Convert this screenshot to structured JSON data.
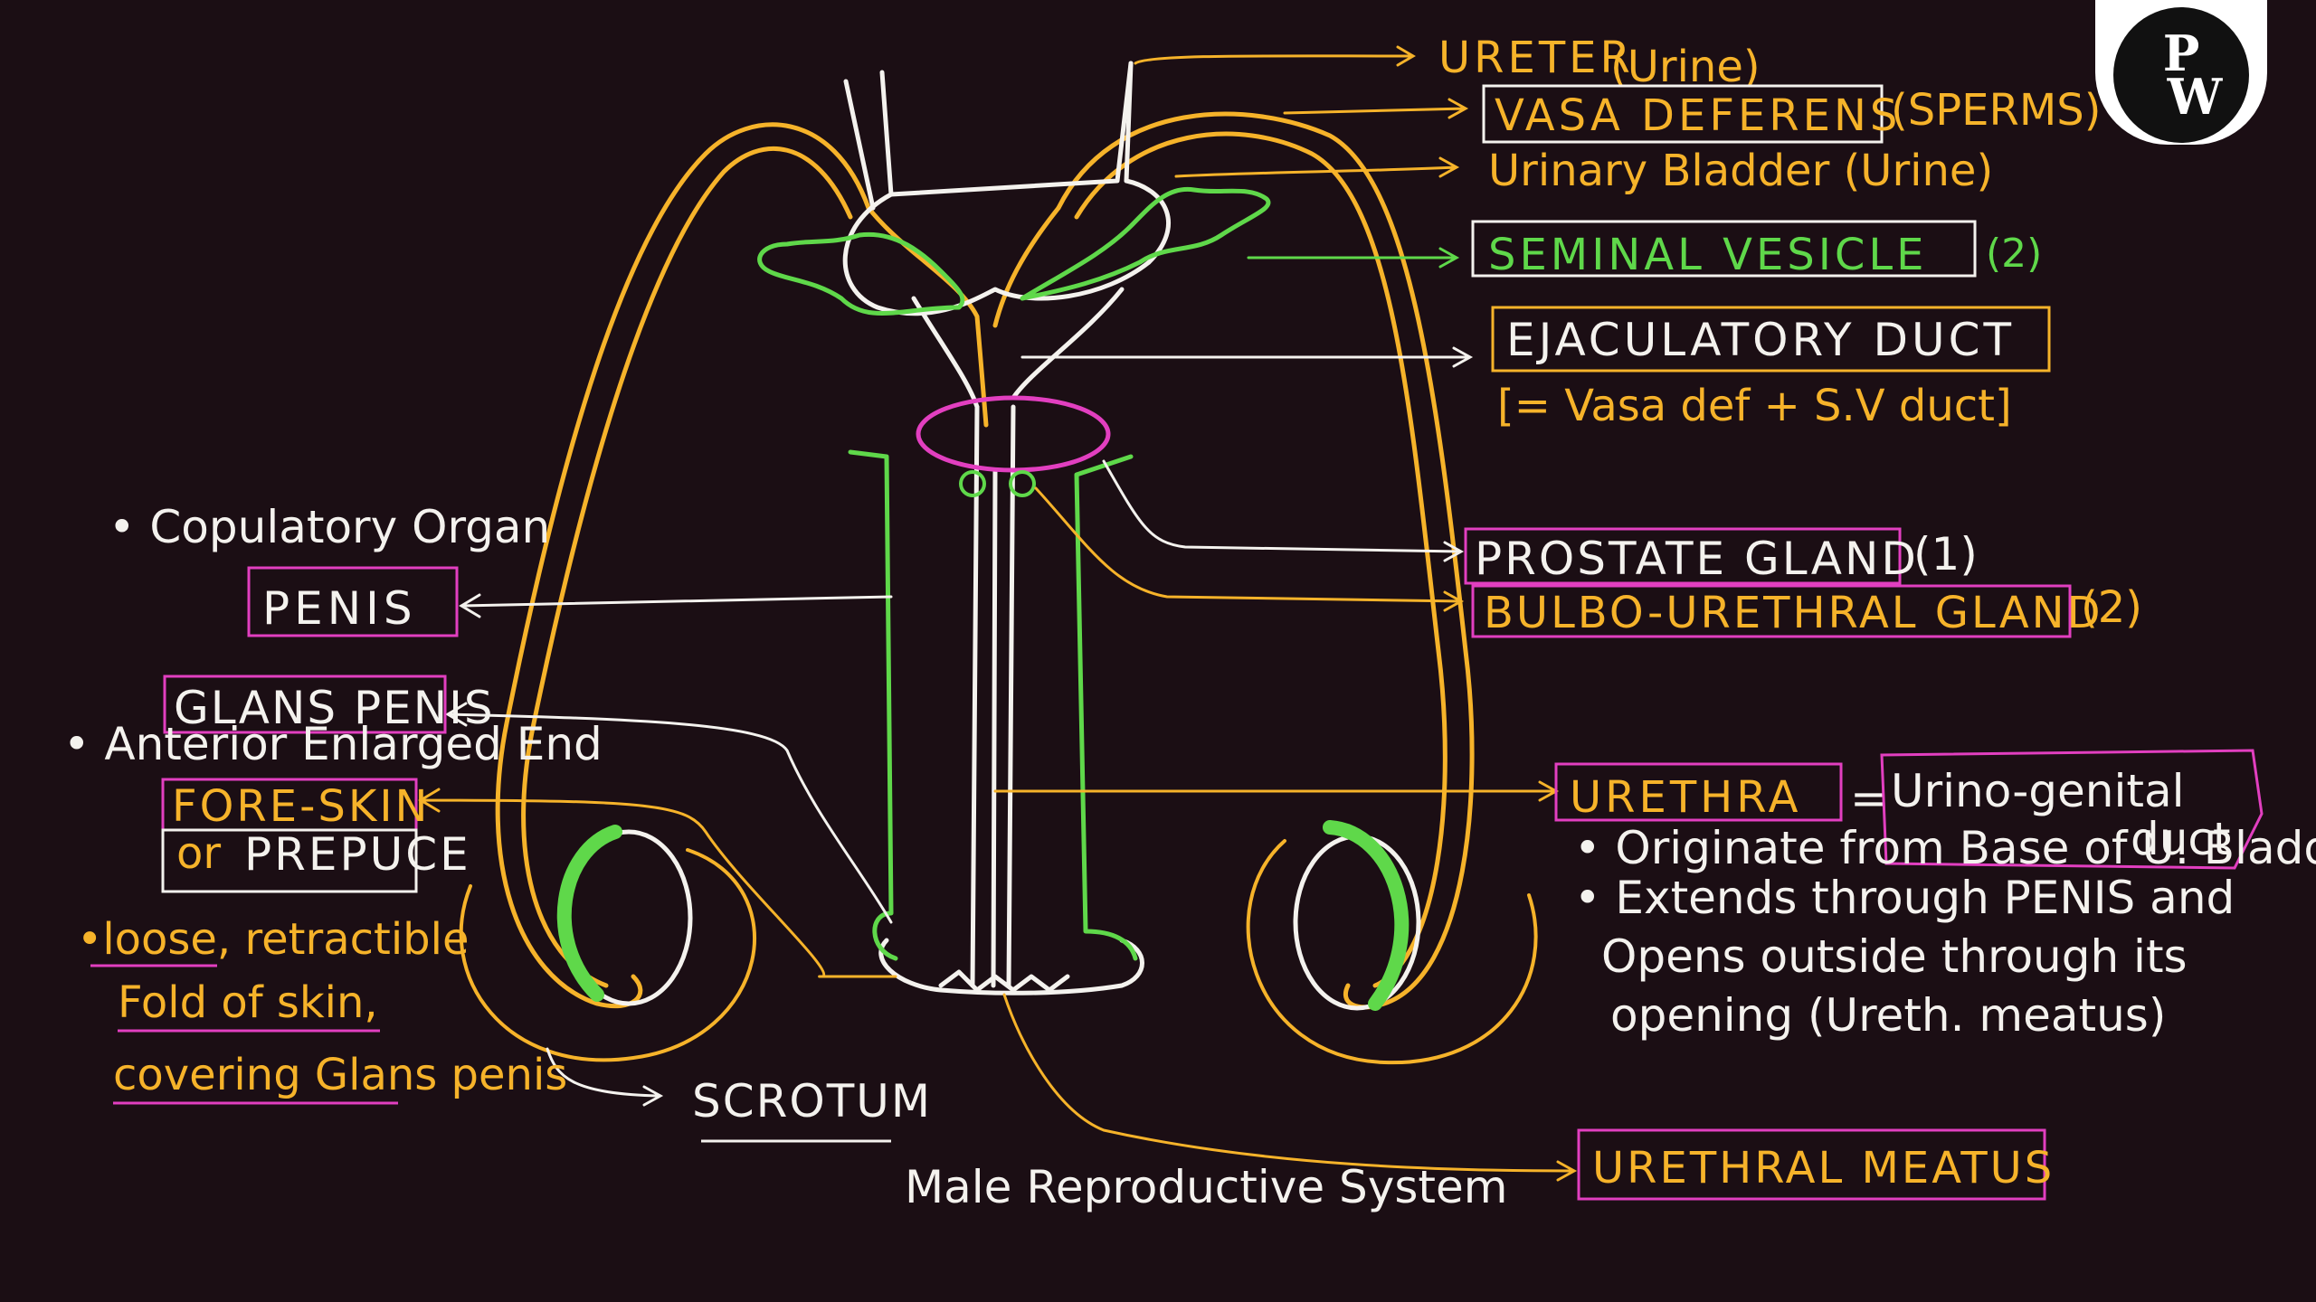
{
  "labels": {
    "ureter": "URETER",
    "ureter_note": "(Urine)",
    "vasa": "VASA DEFERENS",
    "vasa_note": "(SPERMS)",
    "bladder": "Urinary Bladder (Urine)",
    "seminal": "SEMINAL VESICLE",
    "seminal_count": "(2)",
    "ejac": "EJACULATORY DUCT",
    "ejac_note": "[= Vasa def + S.V duct]",
    "prostate": "PROSTATE GLAND",
    "prostate_count": "(1)",
    "bulbo": "BULBO-URETHRAL GLAND",
    "bulbo_count": "(2)",
    "urethra": "URETHRA",
    "urethra_eq": "=",
    "urino1": "Urino-genital",
    "urino2": "duct",
    "urethra_p1": "• Originate from Base of U. Bladder",
    "urethra_p2": "• Extends through PENIS and",
    "urethra_p3": "Opens outside through its",
    "urethra_p4": "opening (Ureth. meatus)",
    "meatus": "URETHRAL MEATUS",
    "copulatory": "• Copulatory Organ",
    "penis": "PENIS",
    "glans": "GLANS PENIS",
    "anterior": "• Anterior Enlarged End",
    "foreskin": "FORE-SKIN",
    "prepuce_or": "or",
    "prepuce": "PREPUCE",
    "loose1": "•loose, retractible",
    "loose2": "Fold of skin,",
    "loose3": "covering Glans penis",
    "scrotum": "SCROTUM",
    "title": "Male Reproductive System"
  },
  "logo": {
    "top": "P",
    "bottom": "W"
  },
  "colors": {
    "background": "#1b0e14",
    "white_ink": "#f4f2ee",
    "orange_ink": "#f6b32a",
    "green_ink": "#5fd84a",
    "magenta_ink": "#e23fc0"
  }
}
